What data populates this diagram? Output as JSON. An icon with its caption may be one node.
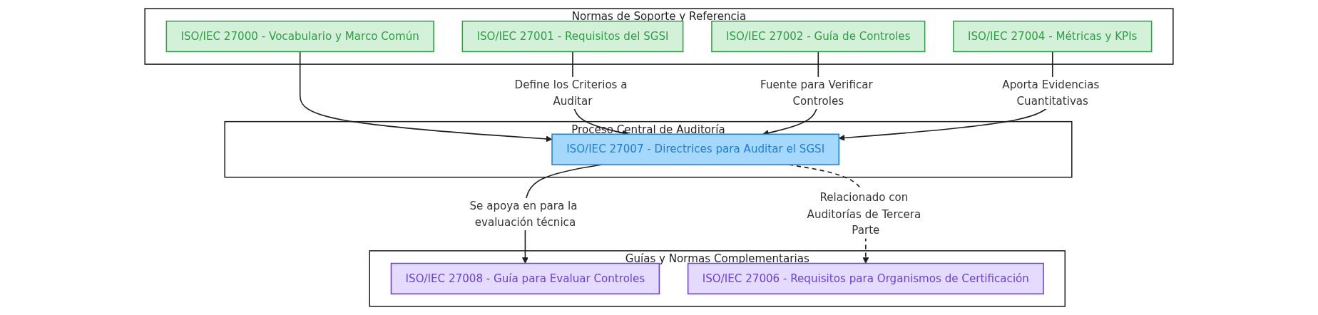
{
  "diagram": {
    "nodes": [
      {
        "text": [
          "Normas de Soporte y Referencia"
        ]
      },
      {
        "text": [
          "ISO/IEC 27000 - Vocabulario y Marco Común"
        ],
        "in": 0
      },
      {
        "text": [
          "ISO/IEC 27001 - Requisitos del SGSI"
        ],
        "in": 0
      },
      {
        "text": [
          "ISO/IEC 27002 - Guía de Controles"
        ],
        "in": 0
      },
      {
        "text": [
          "ISO/IEC 27004 - Métricas y KPIs"
        ],
        "in": 0
      },
      {
        "text": [
          "Proceso Central de Auditoría"
        ]
      },
      {
        "text": [
          "ISO/IEC 27007 - Directrices para Auditar el SGSI"
        ],
        "in": 5
      },
      {
        "text": [
          "Guías y Normas Complementarias"
        ]
      },
      {
        "text": [
          "ISO/IEC 27008 - Guía para Evaluar Controles"
        ],
        "in": 7
      },
      {
        "text": [
          "ISO/IEC 27006 - Requisitos para Organismos de Certificación"
        ],
        "in": 7
      }
    ],
    "edges": [
      {
        "from": 1,
        "to": 6,
        "arrow": "to"
      },
      {
        "from": 2,
        "to": 6,
        "arrow": "to",
        "label": "Define los Criterios a Auditar"
      },
      {
        "from": 3,
        "to": 6,
        "arrow": "to",
        "label": "Fuente para Verificar Controles"
      },
      {
        "from": 4,
        "to": 6,
        "arrow": "to",
        "label": "Aporta Evidencias Cuantitativas"
      },
      {
        "from": 6,
        "to": 8,
        "arrow": "to",
        "label": "Se apoya en para la evaluación técnica"
      },
      {
        "from": 6,
        "to": 9,
        "arrow": "to",
        "label": "Relacionado con Auditorías de Tercera Parte",
        "style": "dashed"
      }
    ]
  }
}
